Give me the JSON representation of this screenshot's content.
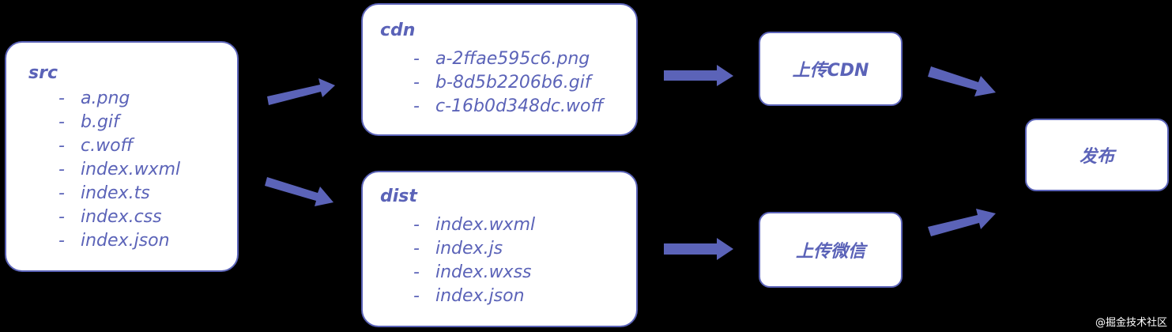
{
  "src": {
    "title": "src",
    "items": [
      "a.png",
      "b.gif",
      "c.woff",
      "index.wxml",
      "index.ts",
      "index.css",
      "index.json"
    ]
  },
  "cdn": {
    "title": "cdn",
    "items": [
      "a-2ffae595c6.png",
      "b-8d5b2206b6.gif",
      "c-16b0d348dc.woff"
    ]
  },
  "dist": {
    "title": "dist",
    "items": [
      "index.wxml",
      "index.js",
      "index.wxss",
      "index.json"
    ]
  },
  "nodes": {
    "upload_cdn": "上传CDN",
    "upload_wechat": "上传微信",
    "publish": "发布"
  },
  "bullet": "-",
  "watermark": "@掘金技术社区",
  "colors": {
    "accent": "#5b63b8",
    "box_fill": "#ffffff",
    "background": "#000000"
  }
}
